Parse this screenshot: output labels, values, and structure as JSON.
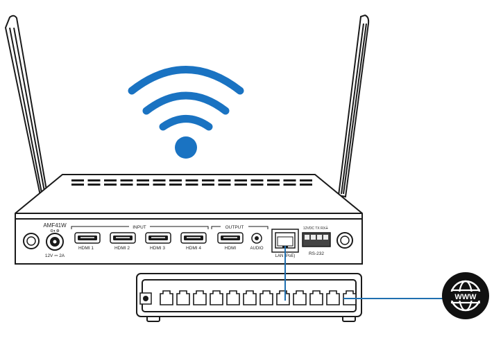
{
  "device": {
    "model": "AMF41W",
    "power_rating": "12V ⎓ 2A",
    "input_group_label": "INPUT",
    "output_group_label": "OUTPUT",
    "inputs": [
      "HDMI 1",
      "HDMI 2",
      "HDMI 3",
      "HDMI 4"
    ],
    "output_hdmi": "HDMI",
    "audio": "AUDIO",
    "lan": "LAN (PoE)",
    "serial_pins": "12VDC TX RX",
    "serial": "RS-232"
  },
  "switch": {
    "port_count": 12
  },
  "internet": {
    "icon": "www-globe-icon",
    "text": "WWW"
  },
  "wifi": {
    "icon": "wifi-icon",
    "color": "#1a73c2"
  },
  "colors": {
    "cable": "#1f6fb0",
    "outline": "#1a1a1a",
    "wifi": "#1a73c2"
  }
}
